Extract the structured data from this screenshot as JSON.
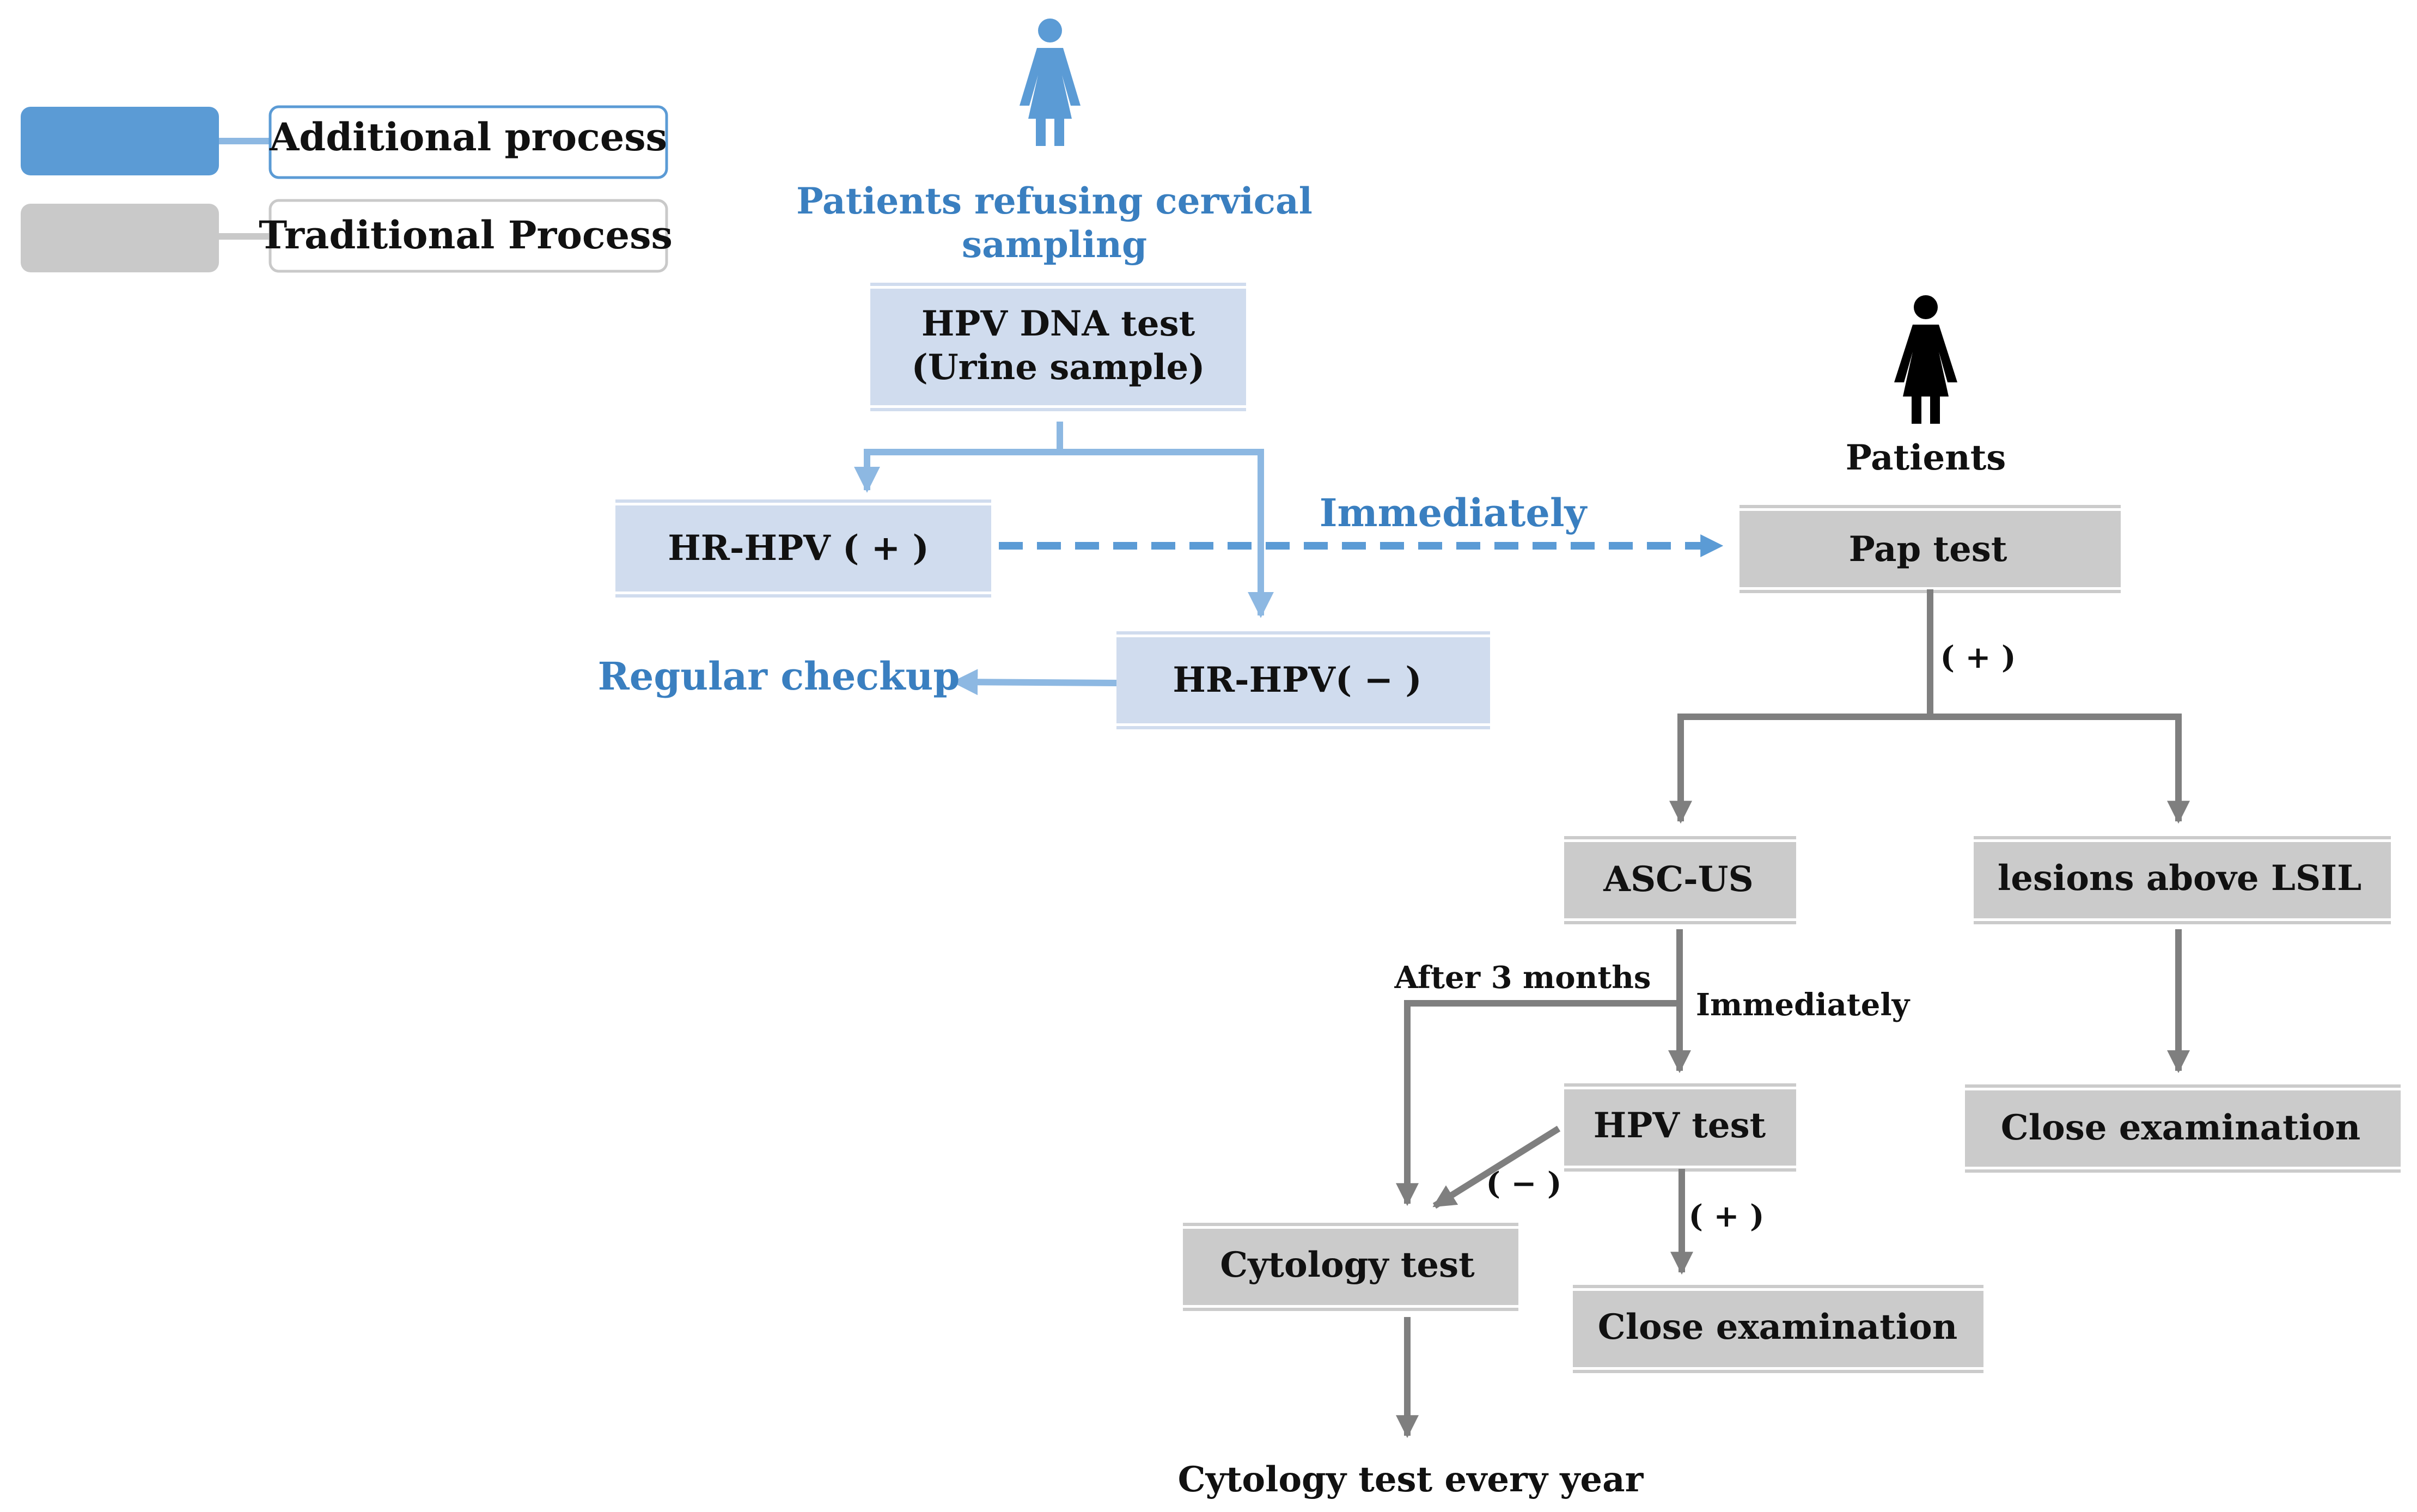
{
  "colors": {
    "additional": "#5b9bd5",
    "additional_line": "#8db8e2",
    "additional_box": "#d0dcee",
    "additional_text": "#3a7fc0",
    "traditional": "#c9c9c9",
    "traditional_line": "#7f7f7f",
    "traditional_box": "#cbcbcb",
    "text": "#111111"
  },
  "icons": {
    "patient_blue": "woman-figure-icon",
    "patient_black": "woman-figure-icon"
  },
  "legend": {
    "additional_label": "Additional process",
    "traditional_label": "Traditional Process"
  },
  "additional": {
    "refusing_label_line1": "Patients refusing cervical",
    "refusing_label_line2": "sampling",
    "hpv_dna_line1": "HPV DNA test",
    "hpv_dna_line2": "(Urine sample)",
    "hr_pos": "HR-HPV ( + )",
    "hr_neg": "HR-HPV( − )",
    "immediately": "Immediately",
    "regular_checkup": "Regular checkup"
  },
  "traditional": {
    "patients_label": "Patients",
    "pap_test": "Pap test",
    "pap_positive": "( + )",
    "asc_us": "ASC-US",
    "lesions": "lesions above LSIL",
    "after_3_months": "After 3 months",
    "immediately": "Immediately",
    "hpv_test": "HPV test",
    "hpv_negative": "( − )",
    "hpv_positive": "( + )",
    "cytology_test": "Cytology test",
    "close_exam_hpv": "Close examination",
    "close_exam_lesions": "Close examination",
    "cytology_yearly": "Cytology test every year"
  }
}
